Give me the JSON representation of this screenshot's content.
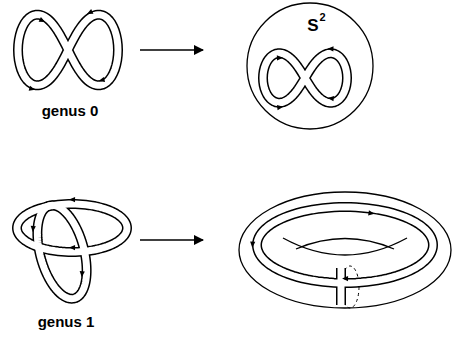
{
  "diagram": {
    "nodes": [
      {
        "text": [
          "S",
          "2"
        ]
      }
    ],
    "labels": [
      "genus 0",
      "genus 1"
    ]
  }
}
